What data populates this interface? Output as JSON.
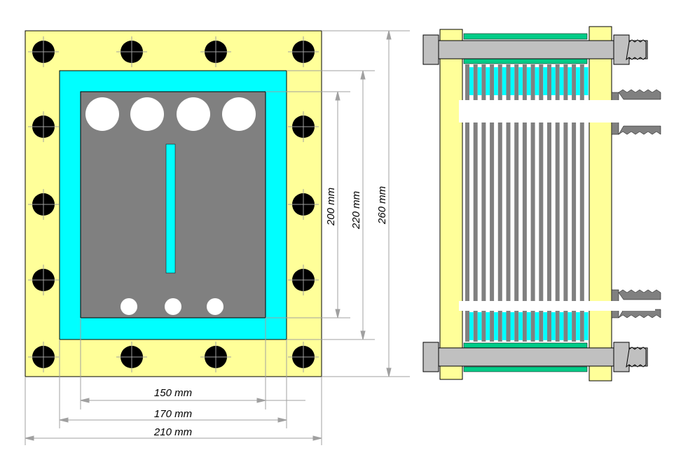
{
  "dimensions": {
    "width_inner": "150 mm",
    "width_middle": "170 mm",
    "width_outer": "210 mm",
    "height_inner": "200 mm",
    "height_middle": "220 mm",
    "height_outer": "260 mm"
  },
  "colors": {
    "frame_yellow": "#ffff99",
    "gasket_cyan": "#00ffff",
    "plate_gray": "#808080",
    "bolt_black": "#000000",
    "rod_gray": "#c0c0c0",
    "fin_green": "#00cc88",
    "dim_line": "#a0a0a0"
  }
}
